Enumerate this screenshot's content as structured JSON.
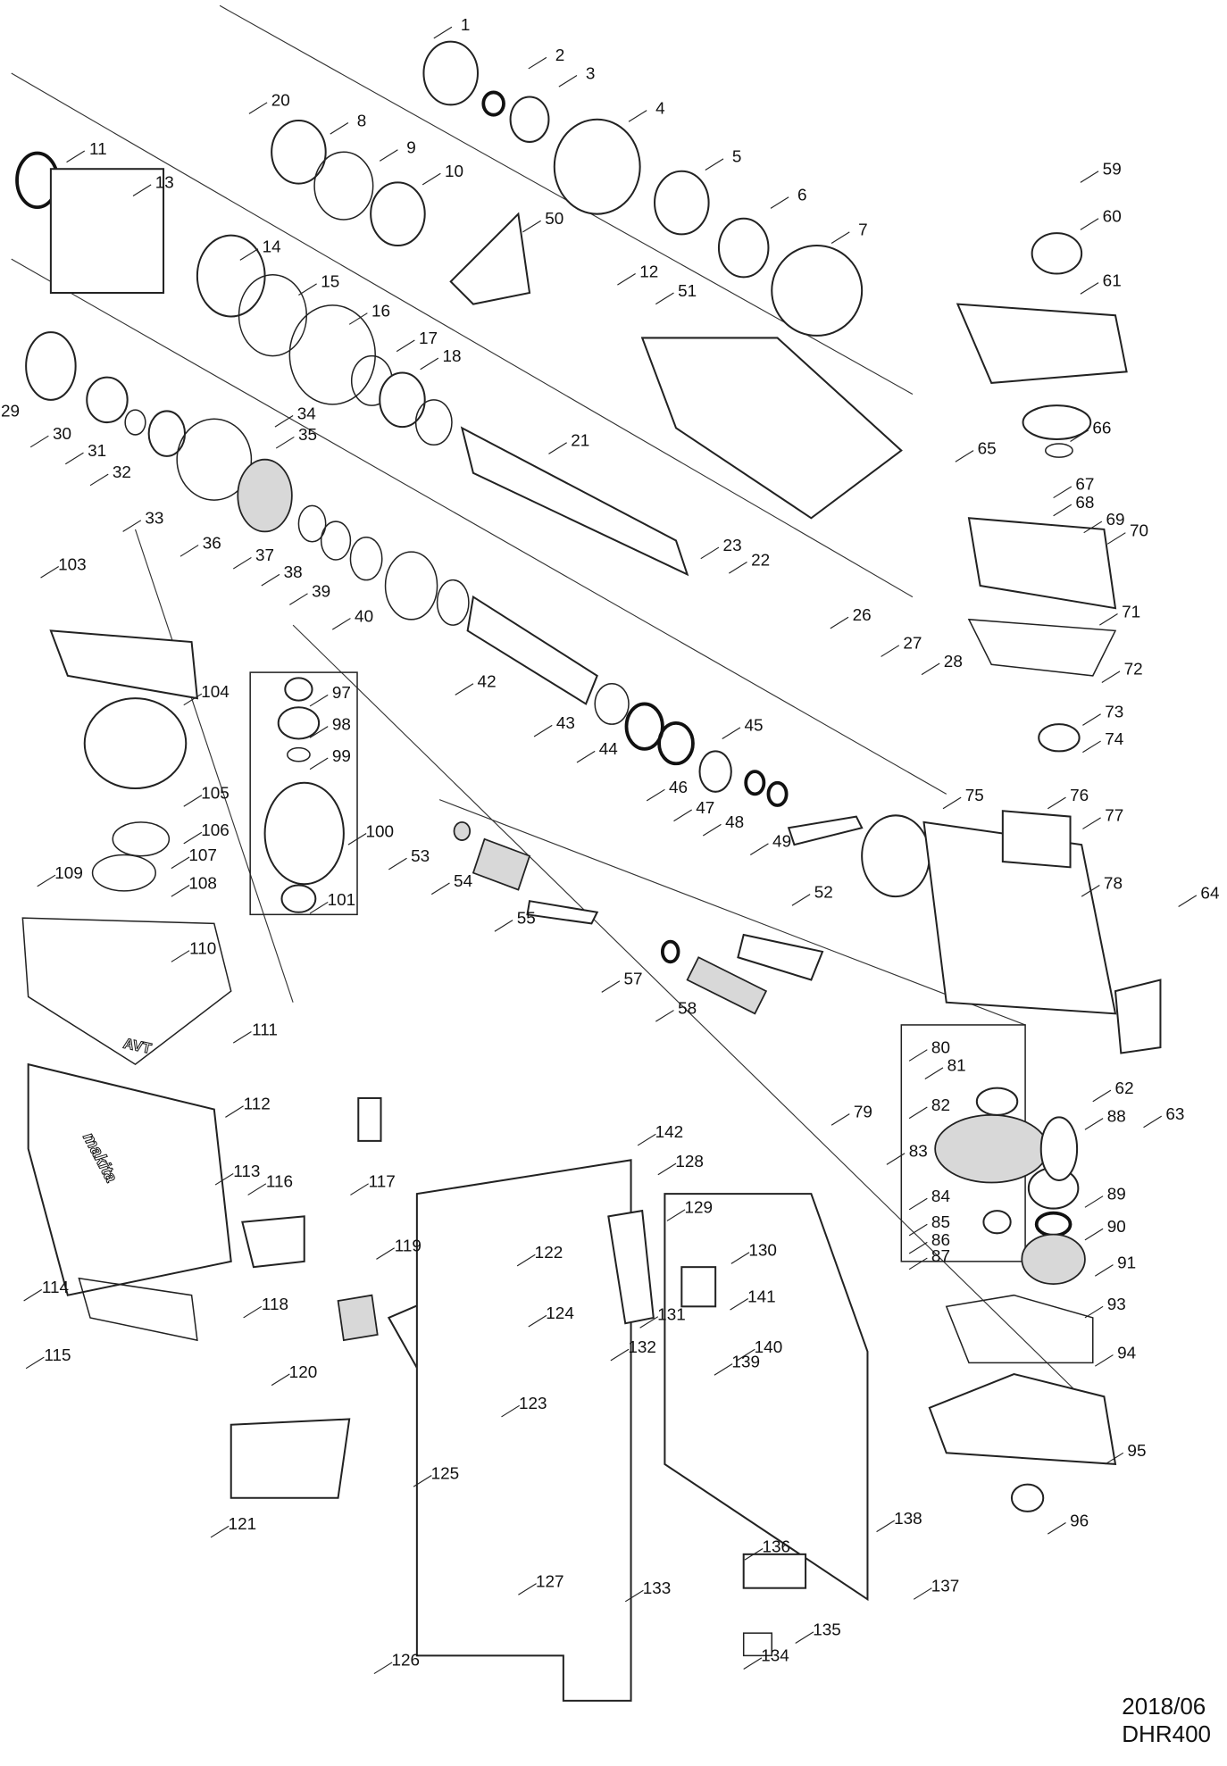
{
  "diagram": {
    "date": "2018/06",
    "model": "DHR400",
    "logo_text": "makita",
    "badge_text": "AVT",
    "part_labels": [
      "1",
      "2",
      "3",
      "4",
      "5",
      "6",
      "7",
      "8",
      "9",
      "10",
      "11",
      "12",
      "13",
      "14",
      "15",
      "16",
      "17",
      "18",
      "20",
      "21",
      "22",
      "23",
      "26",
      "27",
      "28",
      "29",
      "30",
      "31",
      "32",
      "33",
      "34",
      "35",
      "36",
      "37",
      "38",
      "39",
      "40",
      "42",
      "43",
      "44",
      "45",
      "46",
      "47",
      "48",
      "49",
      "50",
      "51",
      "52",
      "53",
      "54",
      "55",
      "57",
      "58",
      "59",
      "60",
      "61",
      "62",
      "63",
      "64",
      "65",
      "66",
      "67",
      "68",
      "69",
      "70",
      "71",
      "72",
      "73",
      "74",
      "75",
      "76",
      "77",
      "78",
      "79",
      "80",
      "81",
      "82",
      "83",
      "84",
      "85",
      "86",
      "87",
      "88",
      "89",
      "90",
      "91",
      "93",
      "94",
      "95",
      "96",
      "97",
      "98",
      "99",
      "100",
      "101",
      "103",
      "104",
      "105",
      "106",
      "107",
      "108",
      "109",
      "110",
      "111",
      "112",
      "113",
      "114",
      "115",
      "116",
      "117",
      "118",
      "119",
      "120",
      "121",
      "122",
      "123",
      "124",
      "125",
      "126",
      "127",
      "128",
      "129",
      "130",
      "131",
      "132",
      "133",
      "134",
      "135",
      "136",
      "137",
      "138",
      "139",
      "140",
      "141",
      "142"
    ]
  }
}
